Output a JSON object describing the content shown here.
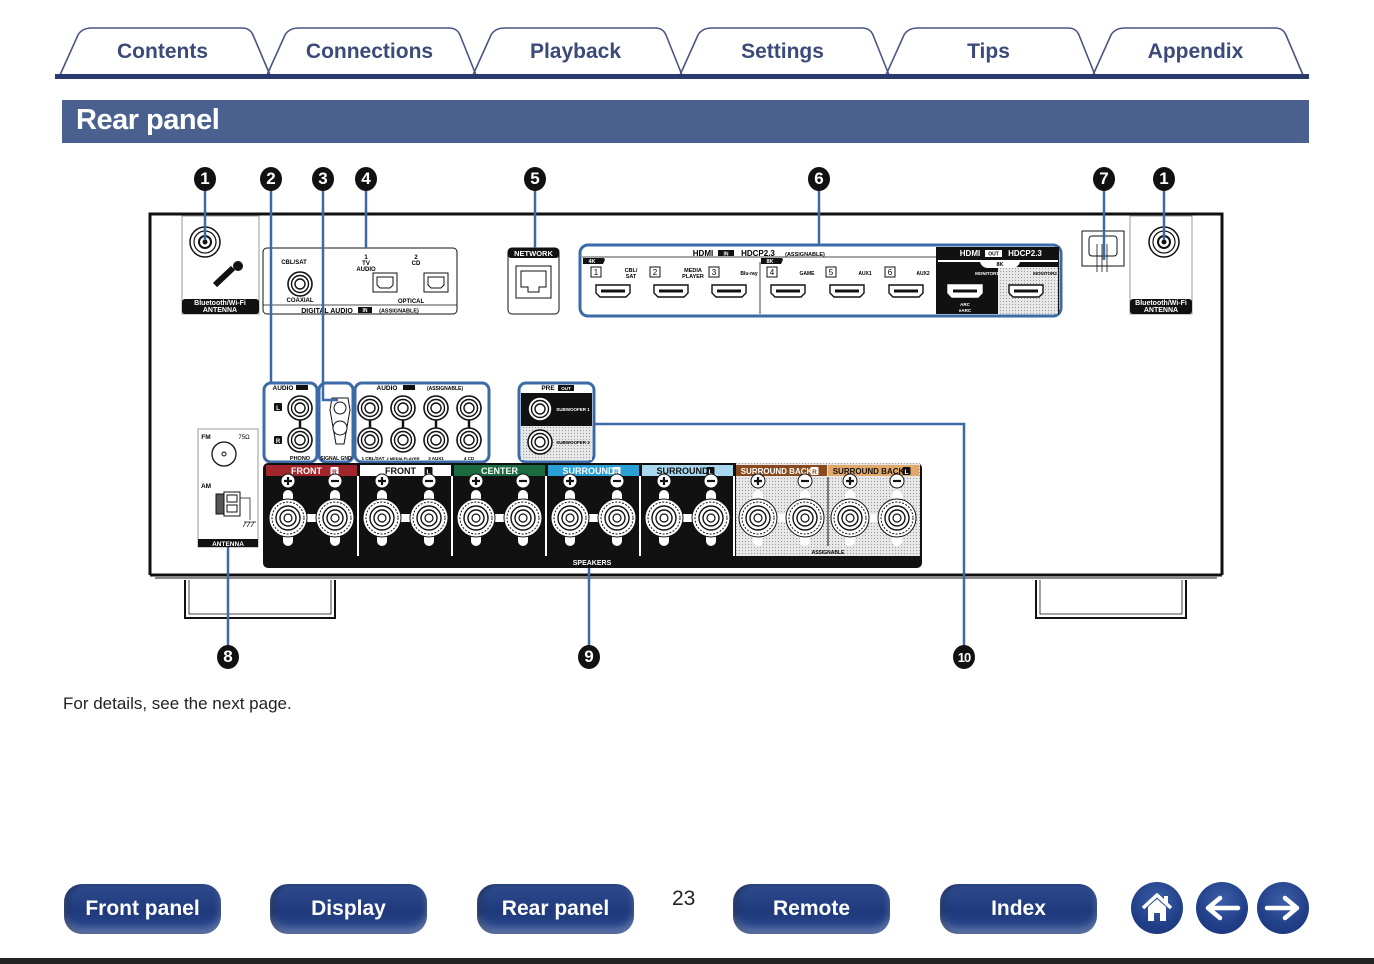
{
  "tabs": [
    {
      "label": "Contents"
    },
    {
      "label": "Connections"
    },
    {
      "label": "Playback"
    },
    {
      "label": "Settings"
    },
    {
      "label": "Tips"
    },
    {
      "label": "Appendix"
    }
  ],
  "section_title": "Rear panel",
  "callouts": [
    "1",
    "2",
    "3",
    "4",
    "5",
    "6",
    "7",
    "1",
    "8",
    "9",
    "10"
  ],
  "panel": {
    "antenna_bt": {
      "line1": "Bluetooth/Wi-Fi",
      "line2": "ANTENNA"
    },
    "digital_audio": {
      "coaxial_top": "CBL/SAT",
      "coaxial_label": "COAXIAL",
      "optical1_label": "1\nTV\nAUDIO",
      "optical1_num": "1",
      "optical1_name1": "TV",
      "optical1_name2": "AUDIO",
      "optical2_num": "2",
      "optical2_name": "CD",
      "optical_label": "OPTICAL",
      "footer": "DIGITAL AUDIO",
      "footer_in": "IN",
      "footer_assign": "(ASSIGNABLE)"
    },
    "network": "NETWORK",
    "hdmi_in": {
      "title": "HDMI",
      "badge": "IN",
      "hdcp": "HDCP2.3",
      "assign": "(ASSIGNABLE)",
      "group1": "4K",
      "group2": "8K",
      "inputs": [
        {
          "num": "1",
          "name": "CBL/ SAT"
        },
        {
          "num": "2",
          "name": "MEDIA PLAYER"
        },
        {
          "num": "3",
          "name": "Blu-ray"
        },
        {
          "num": "4",
          "name": "GAME"
        },
        {
          "num": "5",
          "name": "AUX1"
        },
        {
          "num": "6",
          "name": "AUX2"
        }
      ]
    },
    "hdmi_out": {
      "title": "HDMI",
      "badge": "OUT",
      "hdcp": "HDCP2.3",
      "group": "8K",
      "monitor1": "MONITOR1",
      "monitor2": "MONITOR2",
      "arc1": "ARC",
      "arc2": "eARC"
    },
    "audio_in_phono": {
      "title": "AUDIO",
      "badge": "IN",
      "left": "L",
      "right": "R",
      "label": "PHONO"
    },
    "signal_gnd": "SIGNAL GND",
    "audio_in_assign": {
      "title": "AUDIO",
      "badge": "IN",
      "assign": "(ASSIGNABLE)",
      "inputs": [
        "1 CBL/SAT",
        "2 MEDIA PLAYER",
        "3 AUX1",
        "4 CD"
      ]
    },
    "pre_out": {
      "title": "PRE",
      "badge": "OUT",
      "sub1": "SUBWOOFER 1",
      "sub2": "SUBWOOFER 2"
    },
    "fm_am": {
      "fm": "FM",
      "ohm": "75Ω",
      "am": "AM",
      "label": "ANTENNA"
    },
    "speakers": {
      "label": "SPEAKERS",
      "assignable": "ASSIGNABLE",
      "channels": [
        {
          "name": "FRONT",
          "side": "R",
          "color": "#a3262c"
        },
        {
          "name": "FRONT",
          "side": "L",
          "color": "#ffffff"
        },
        {
          "name": "CENTER",
          "side": "",
          "color": "#1a6b3f"
        },
        {
          "name": "SURROUND",
          "side": "R",
          "color": "#2aa0d6"
        },
        {
          "name": "SURROUND",
          "side": "L",
          "color": "#a9d8ee"
        },
        {
          "name": "SURROUND BACK",
          "side": "R",
          "color": "#8a4a1e"
        },
        {
          "name": "SURROUND BACK",
          "side": "L",
          "color": "#e0a86a"
        }
      ]
    }
  },
  "note": "For details, see the next page.",
  "footer_nav": {
    "front_panel": "Front panel",
    "display": "Display",
    "rear_panel": "Rear panel",
    "page_number": "23",
    "remote": "Remote",
    "index": "Index"
  },
  "colors": {
    "accent": "#4a6190",
    "nav": "#2a3a6e",
    "leader": "#3b6aa6"
  }
}
